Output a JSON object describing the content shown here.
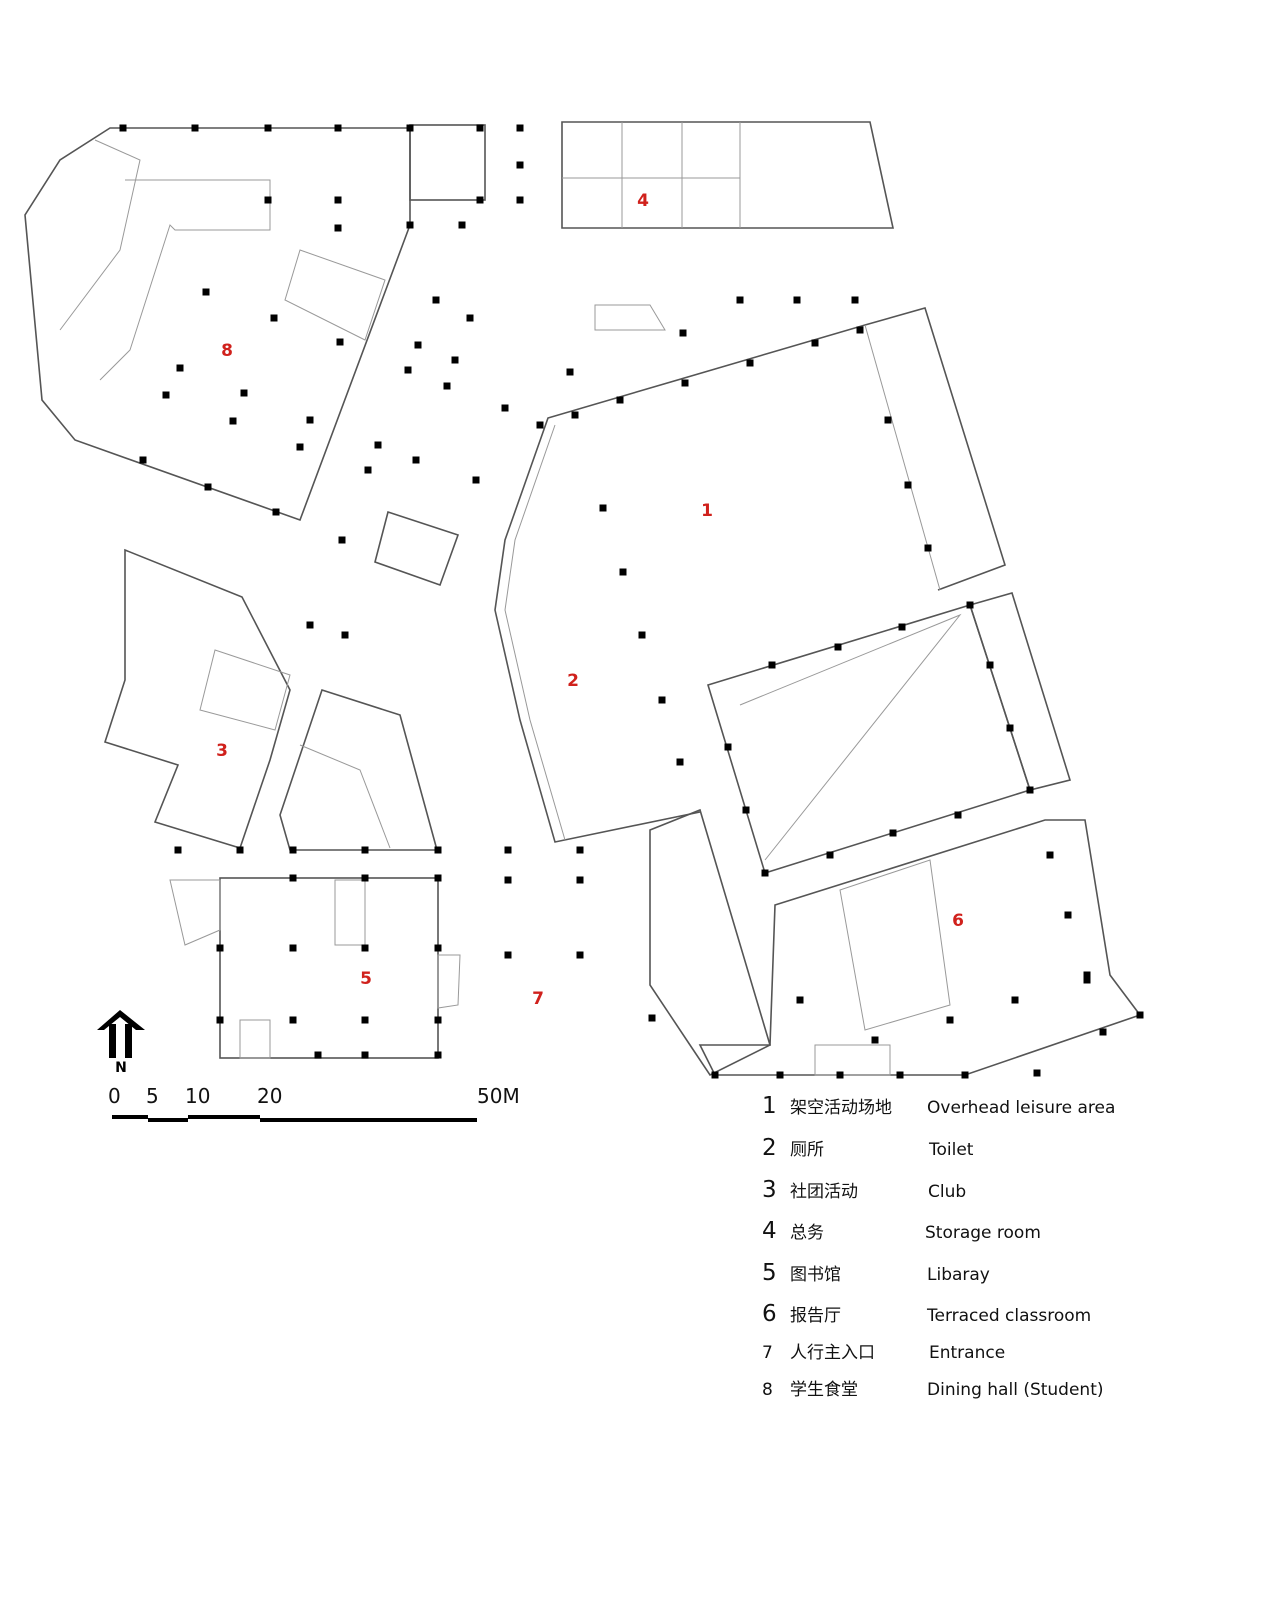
{
  "plan": {
    "room_labels": [
      "1",
      "2",
      "3",
      "4",
      "5",
      "6",
      "7",
      "8"
    ],
    "label_color": "#d0211c",
    "north_arrow": {
      "icon": "north-arrow-icon",
      "letter": "N"
    },
    "scale_bar": {
      "ticks": [
        "0",
        "5",
        "10",
        "20",
        "50M"
      ]
    }
  },
  "legend": [
    {
      "num": "1",
      "cn": "架空活动场地",
      "en": "Overhead leisure area"
    },
    {
      "num": "2",
      "cn": "厕所",
      "en": "Toilet"
    },
    {
      "num": "3",
      "cn": "社团活动",
      "en": "Club"
    },
    {
      "num": "4",
      "cn": "总务",
      "en": "Storage room"
    },
    {
      "num": "5",
      "cn": "图书馆",
      "en": "Libaray"
    },
    {
      "num": "6",
      "cn": "报告厅",
      "en": "Terraced classroom"
    },
    {
      "num": "7",
      "cn": "人行主入口",
      "en": "Entrance"
    },
    {
      "num": "8",
      "cn": "学生食堂",
      "en": "Dining hall (Student)"
    }
  ]
}
